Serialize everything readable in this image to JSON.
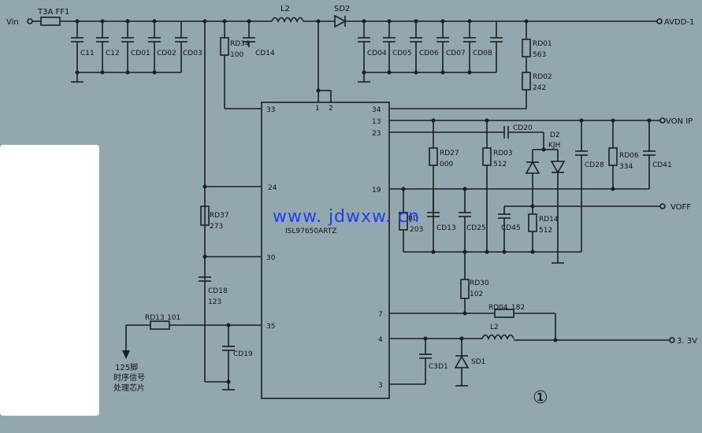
{
  "nets": {
    "vin": "Vin",
    "avdd": "AVDD-1",
    "von": "VON IP",
    "voff": "VOFF",
    "v33": "3. 3V"
  },
  "components": {
    "fuse": "T3A FF1",
    "l2_top": "L2",
    "sd2": "SD2",
    "c11": "C11",
    "c12": "C12",
    "cd01": "CD01",
    "cd02": "CD02",
    "cd03": "CD03",
    "rd34": "RD34",
    "rd34_val": "100",
    "cd14": "CD14",
    "cd04": "CD04",
    "cd05": "CD05",
    "cd06": "CD06",
    "cd07": "CD07",
    "cd08": "CD08",
    "rd01": "RD01",
    "rd01_val": "563",
    "rd02": "RD02",
    "rd02_val": "242",
    "cd20": "CD20",
    "d2": "D2",
    "kjh": "KJH",
    "rd27": "RD27",
    "rd27_val": "000",
    "rd03": "RD03",
    "rd03_val": "512",
    "cd28": "CD28",
    "rd06": "RD06",
    "rd06_val": "334",
    "cd41": "CD41",
    "rd37": "RD37",
    "rd37_val": "273",
    "rd_mid": "RD",
    "rd_mid_val": "203",
    "cd13": "CD13",
    "cd25": "CD25",
    "cd45": "CD45",
    "rd14": "RD14",
    "rd14_val": "512",
    "cd18": "CD18",
    "cd18_val": "123",
    "rd30": "RD30",
    "rd30_val": "102",
    "rd04": "RD04",
    "rd04_val": "182",
    "l2_bot": "L2",
    "rd13": "RD13",
    "rd13_val": "101",
    "cd19": "CD19",
    "c3d1": "C3D1",
    "sd1": "SD1"
  },
  "ic": {
    "part_number": "ISL97650ARTZ",
    "pins": {
      "p33": "33",
      "p1": "1",
      "p2": "2",
      "p34": "34",
      "p13": "13",
      "p23": "23",
      "p24": "24",
      "p19": "19",
      "p30": "30",
      "p35": "35",
      "p7": "7",
      "p4": "4",
      "p3": "3"
    }
  },
  "annotations": {
    "pin125_line1": "125脚",
    "pin125_line2": "时序信号",
    "pin125_line3": "处理芯片",
    "watermark": "www. jdwxw. cn",
    "figure_number": "①"
  }
}
